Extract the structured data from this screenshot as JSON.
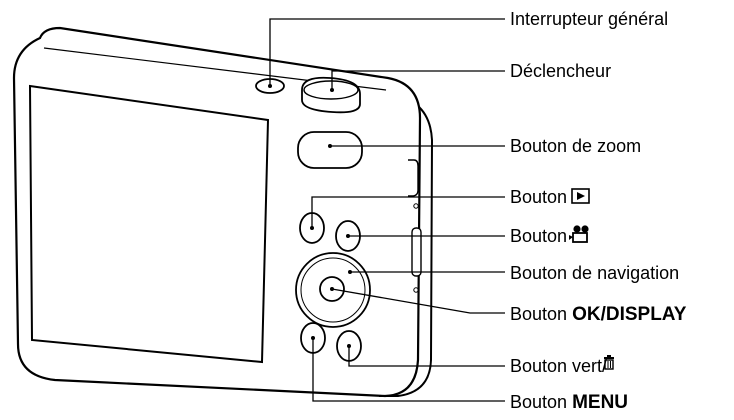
{
  "labels": {
    "power_switch": "Interrupteur général",
    "shutter_release": "Déclencheur",
    "zoom_button": "Bouton de zoom",
    "playback_button": "Bouton",
    "movie_button": "Bouton",
    "navigation_button": "Bouton de navigation",
    "ok_display_prefix": "Bouton",
    "ok_display_ok": "OK",
    "ok_display_sep": "/",
    "ok_display_display": "DISPLAY",
    "green_delete_button": "Bouton vert/",
    "menu_prefix": "Bouton",
    "menu_menu": "MENU"
  },
  "icons": {
    "playback": "playback-icon",
    "movie": "movie-icon",
    "trash": "trash-icon"
  }
}
